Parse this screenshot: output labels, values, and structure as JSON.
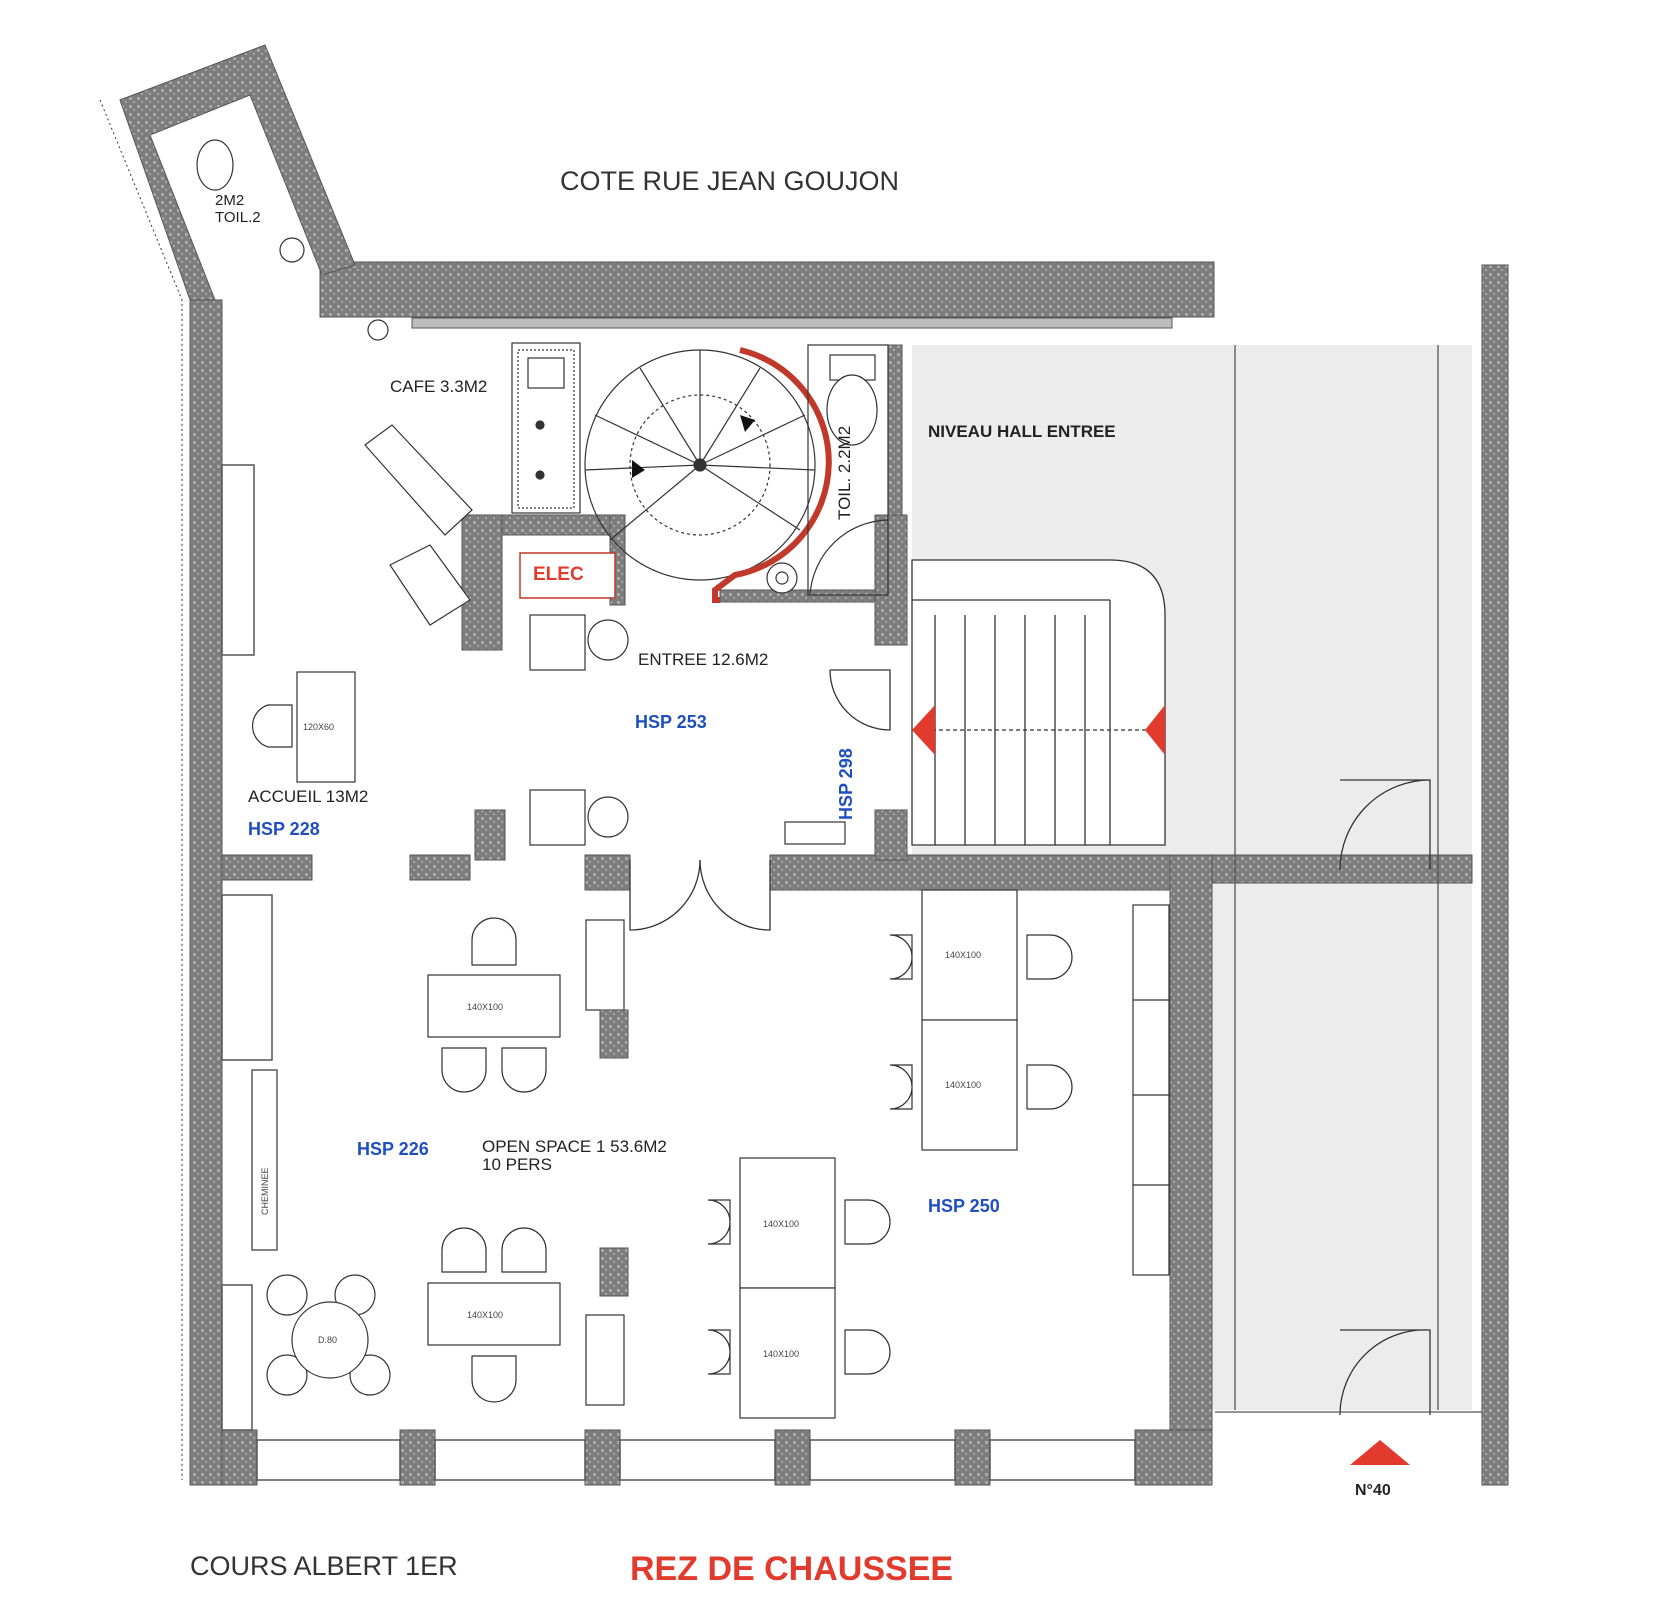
{
  "street_top": "COTE RUE JEAN GOUJON",
  "street_bottom": "COURS ALBERT 1ER",
  "floor_title": "REZ DE CHAUSSEE",
  "entry_number": "N°40",
  "colors": {
    "wall": "#8a8a8a",
    "hall": "#ececec",
    "accent": "#e23b2e",
    "hsp": "#1f4fbf"
  },
  "rooms": {
    "toilet2_area": "2M2",
    "toilet2_name": "TOIL.2",
    "cafe": "CAFE 3.3M2",
    "elec": "ELEC",
    "toilet1": "TOIL. 2.2M2",
    "hall": "NIVEAU HALL ENTREE",
    "entree": "ENTREE 12.6M2",
    "accueil": "ACCUEIL 13M2",
    "open_space": "OPEN SPACE 1 53.6M2",
    "open_space_pers": "10 PERS"
  },
  "hsp": {
    "entree": "HSP 253",
    "corridor": "HSP 298",
    "accueil": "HSP 228",
    "open_left": "HSP 226",
    "open_right": "HSP 250"
  },
  "furniture": {
    "desk_accueil": "120X60",
    "desk": "140X100",
    "round_table": "D.80",
    "chimney": "CHEMINEE"
  }
}
